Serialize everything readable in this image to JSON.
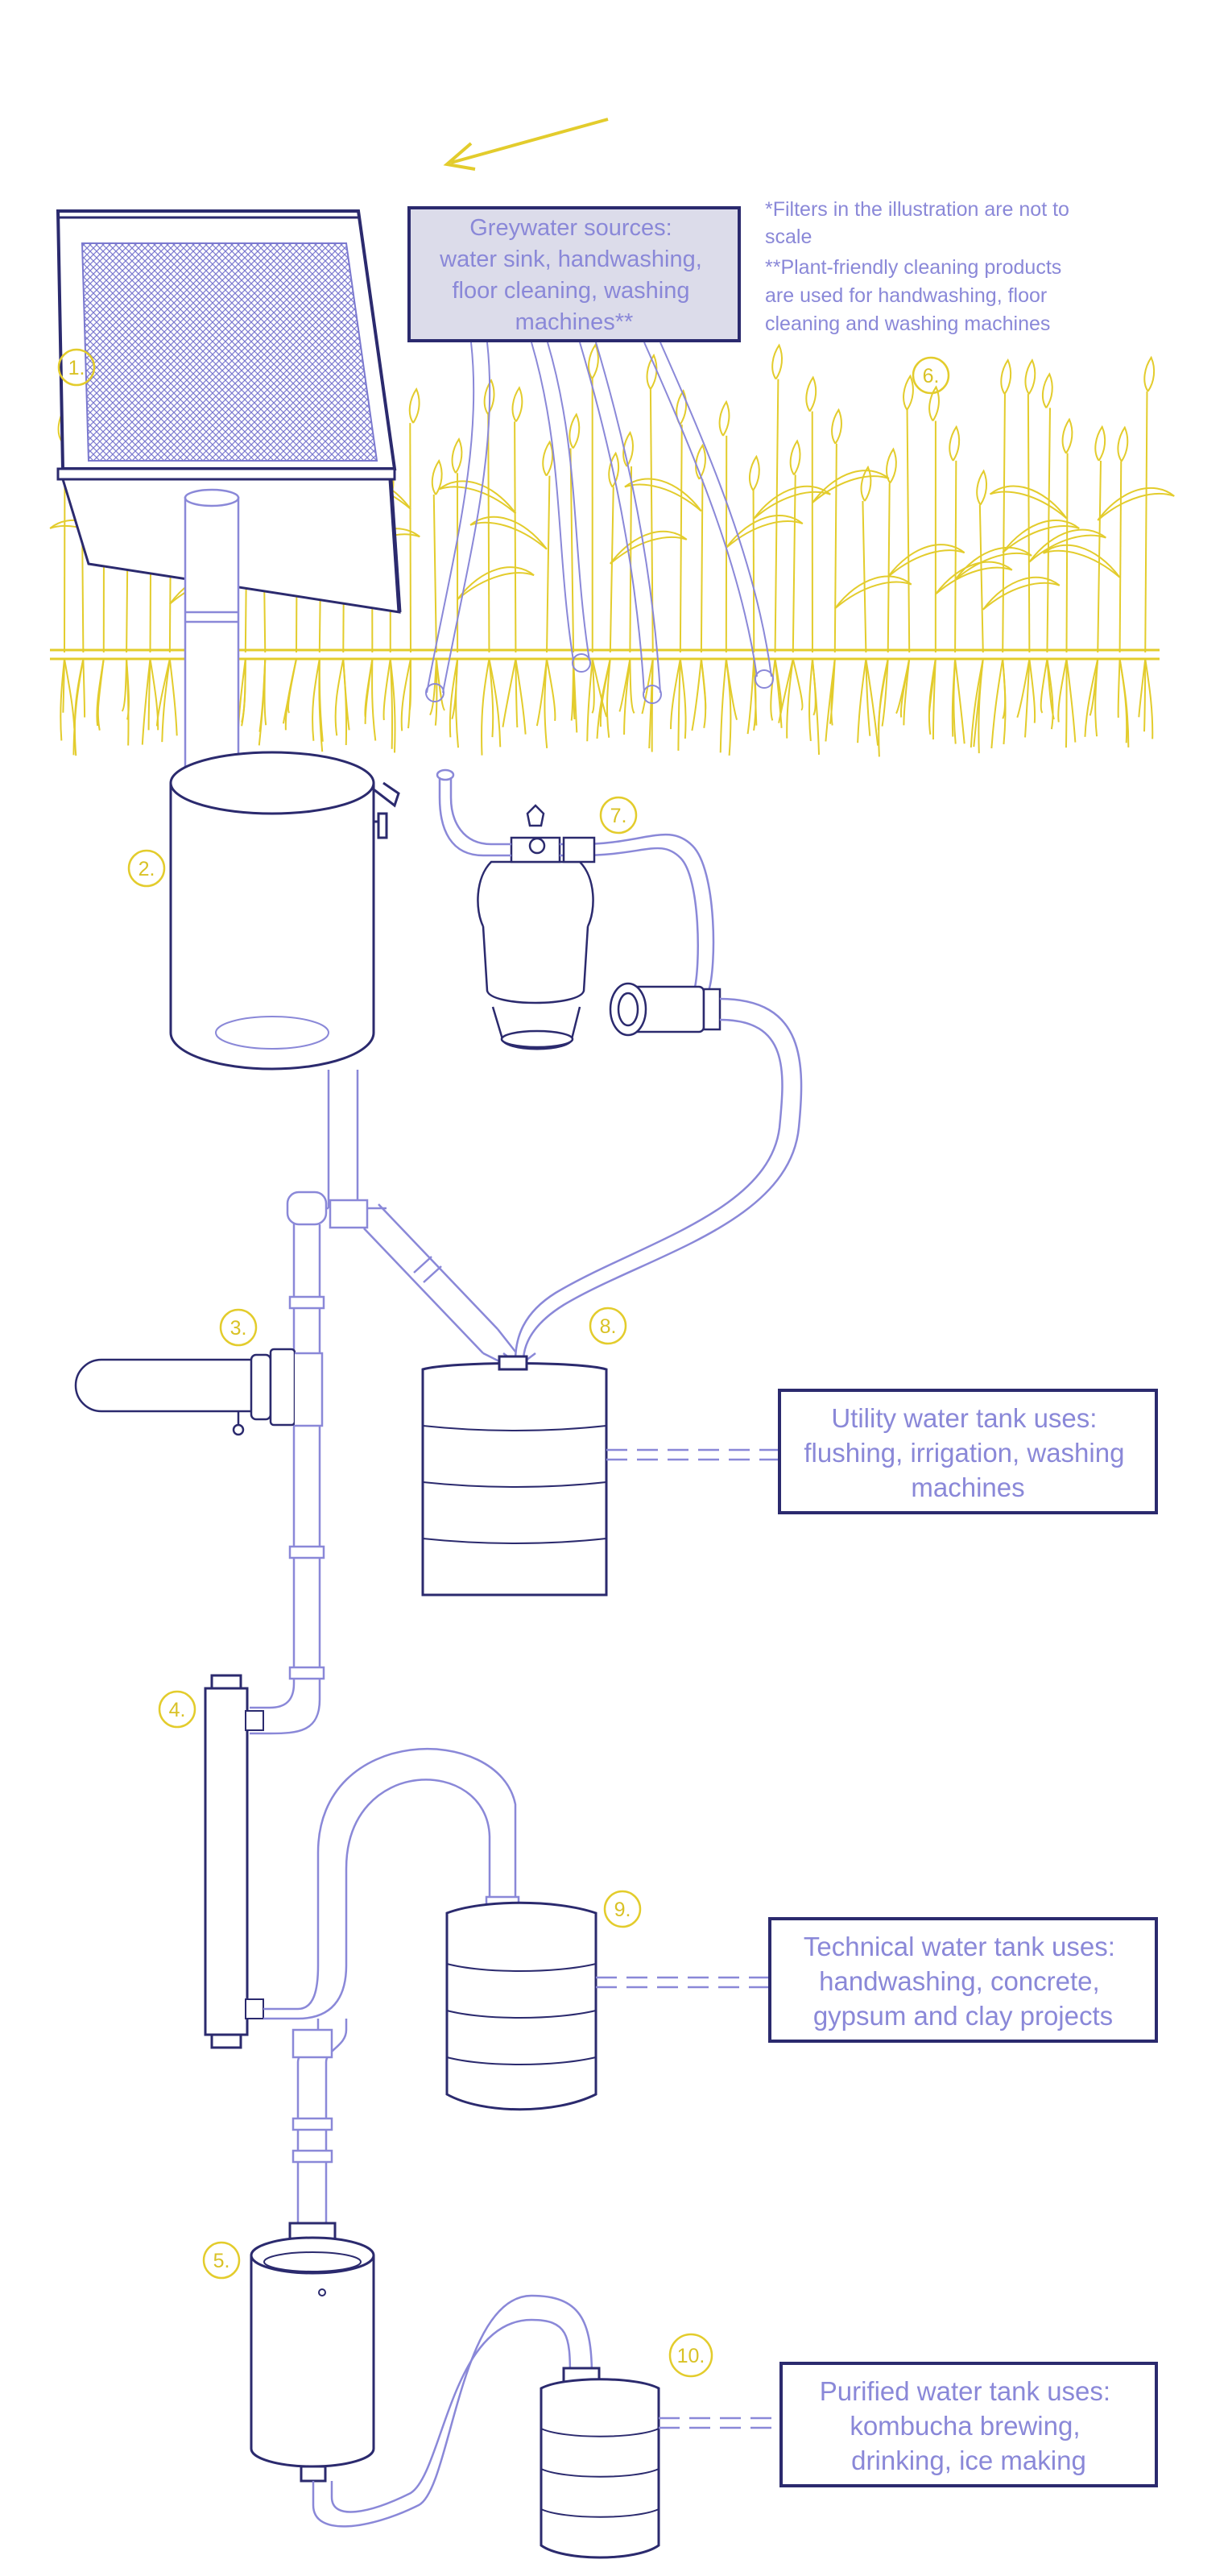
{
  "greywater_box": {
    "lines": [
      "Greywater sources:",
      "water sink, handwashing,",
      "floor cleaning, washing",
      "machines**"
    ]
  },
  "footnotes": {
    "lines": [
      "*Filters in the illustration are not to",
      "scale",
      "**Plant-friendly cleaning products",
      "are used for handwashing, floor",
      "cleaning and washing machines"
    ]
  },
  "utility_box": {
    "lines": [
      "Utility water tank uses:",
      "flushing, irrigation, washing",
      "machines"
    ]
  },
  "technical_box": {
    "lines": [
      "Technical water tank uses:",
      "handwashing, concrete,",
      "gypsum and clay projects"
    ]
  },
  "purified_box": {
    "lines": [
      "Purified water tank uses:",
      "kombucha brewing,",
      "drinking, ice making"
    ]
  },
  "markers": [
    "1.",
    "2.",
    "3.",
    "4.",
    "5.",
    "6.",
    "7.",
    "8.",
    "9.",
    "10."
  ],
  "colors": {
    "navy": "#2b2a6e",
    "lavender": "#8a88d8",
    "yellow": "#e3cc2c",
    "box_fill": "#dcdcea"
  }
}
